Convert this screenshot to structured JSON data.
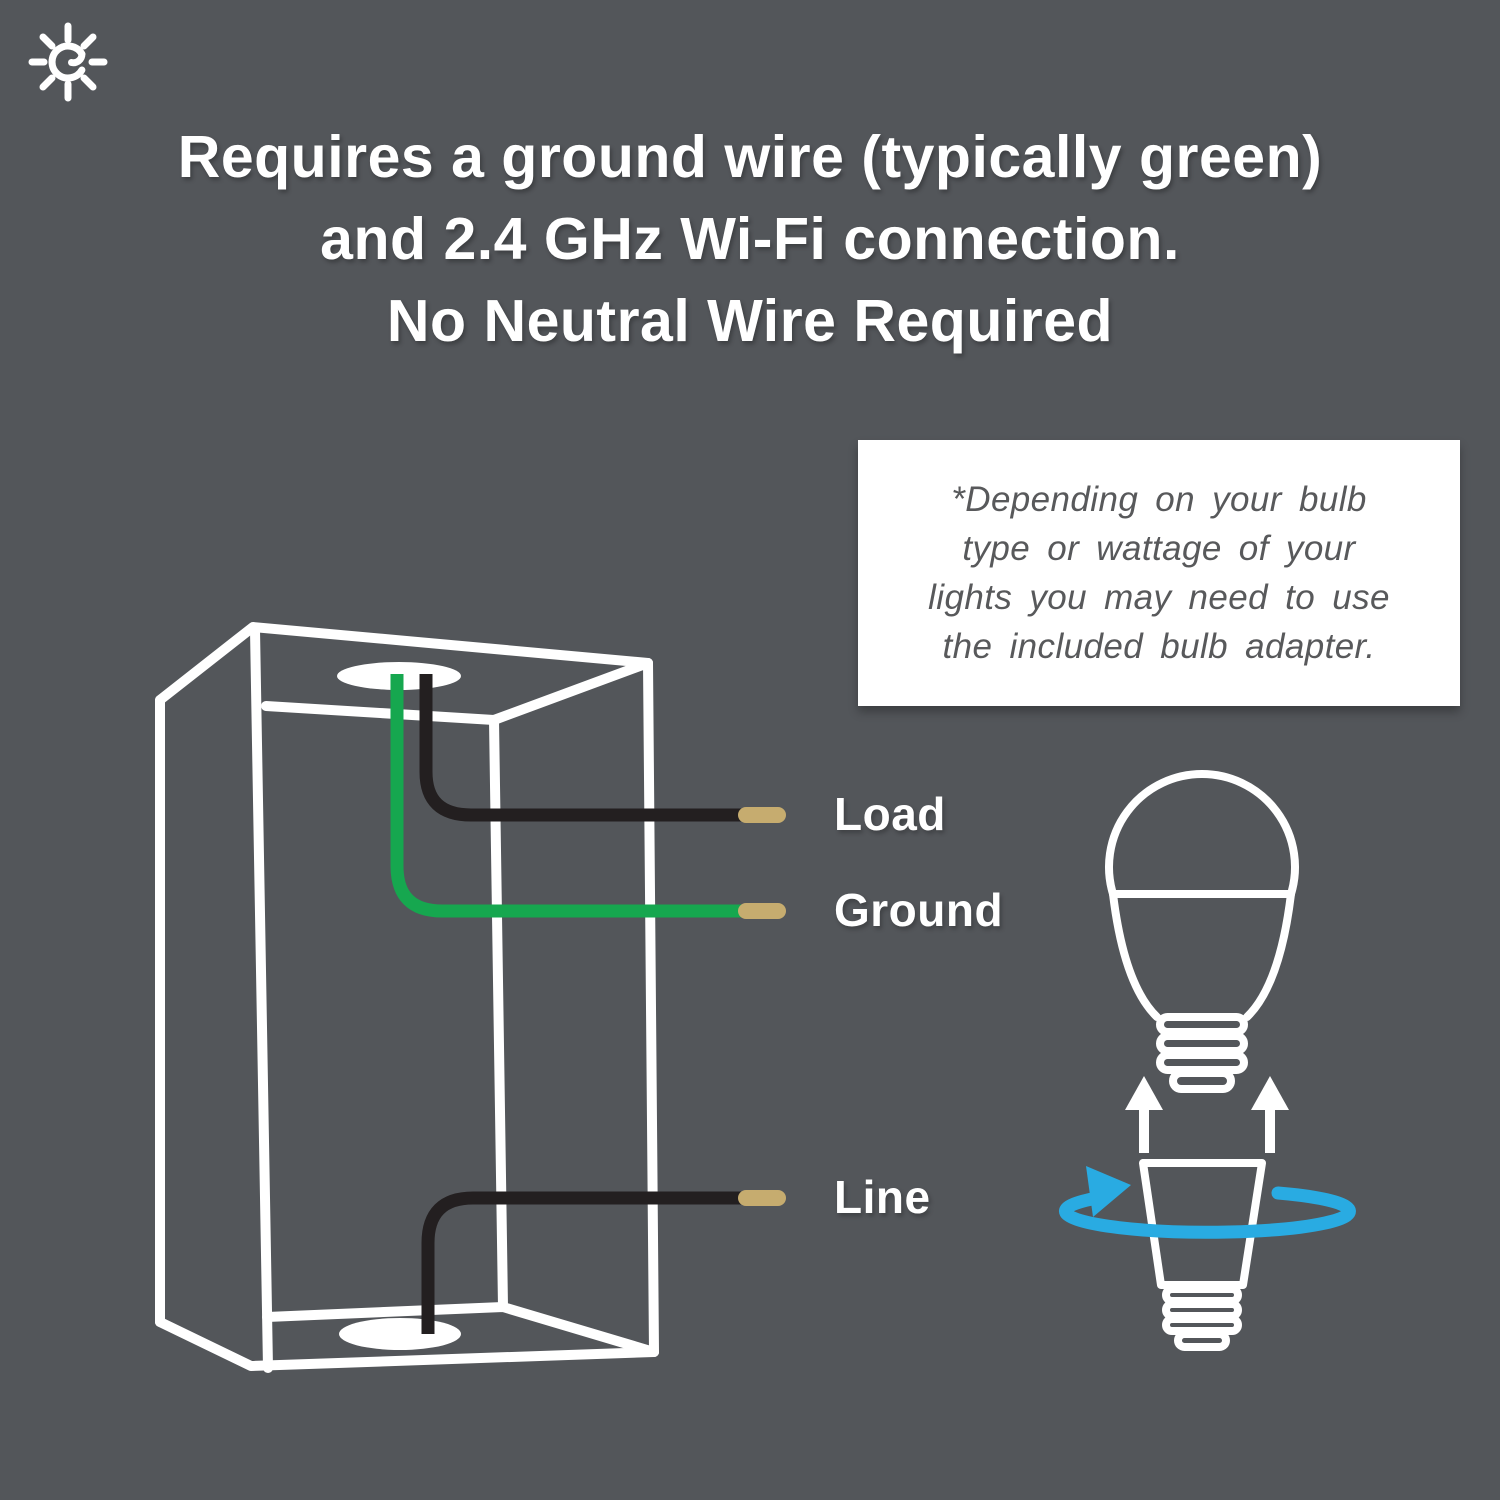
{
  "heading": {
    "line1": "Requires a ground wire (typically green)",
    "line2": "and 2.4 GHz Wi-Fi connection.",
    "line3": "No Neutral Wire Required"
  },
  "note_box": {
    "line1": "*Depending on your bulb",
    "line2": "type or wattage of your",
    "line3": "lights you may need to use",
    "line4": "the included bulb adapter."
  },
  "wires": {
    "load_label": "Load",
    "ground_label": "Ground",
    "line_label": "Line"
  },
  "icons": {
    "logo": "cync-sun-c-logo",
    "bulb": "light-bulb-outline",
    "adapter": "bulb-adapter-outline",
    "rotation_arrow": "rotate-clockwise-arrow",
    "insert_arrows": "upward-insert-arrows"
  },
  "colors": {
    "background": "#53565A",
    "white": "#FFFFFF",
    "green_wire": "#16A74F",
    "black_wire": "#231F20",
    "wire_tip_tan": "#C6AC6F",
    "rotation_blue": "#29ABE2",
    "note_text": "#58595B"
  }
}
